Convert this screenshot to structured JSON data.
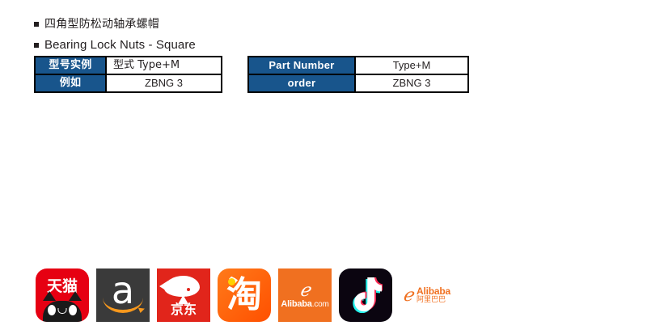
{
  "headings": [
    {
      "bullet": "square-bullet",
      "text": "四角型防松动轴承螺帽"
    },
    {
      "bullet": "square-bullet",
      "text": "Bearing Lock Nuts - Square"
    }
  ],
  "tables": {
    "left": {
      "name": "model-example-table-cn",
      "rows": [
        {
          "header": "型号实例",
          "value": "型式  Type+M",
          "align": "left"
        },
        {
          "header": "例如",
          "value": "ZBNG 3",
          "align": "center"
        }
      ]
    },
    "right": {
      "name": "part-number-table-en",
      "rows": [
        {
          "header": "Part Number",
          "value": "Type+M",
          "align": "center"
        },
        {
          "header": "order",
          "value": "ZBNG 3",
          "align": "center"
        }
      ]
    }
  },
  "colors": {
    "header_blue": "#18558c",
    "border_black": "#000000",
    "tmall_red": "#e60012",
    "amazon_dark": "#3a3a3a",
    "amazon_orange": "#f7981d",
    "jd_red": "#e1251b",
    "taobao_orange": "#ff5000",
    "alibaba_orange": "#f07020",
    "tiktok_black": "#0b0510",
    "tiktok_cyan": "#25f4ee",
    "tiktok_pink": "#fe2c55"
  },
  "logos": [
    {
      "name": "tmall-logo",
      "label": "天猫",
      "alt": "Tmall"
    },
    {
      "name": "amazon-logo",
      "label": "a",
      "alt": "Amazon"
    },
    {
      "name": "jd-logo",
      "label": "京东",
      "alt": "JD.com"
    },
    {
      "name": "taobao-logo",
      "label": "淘",
      "alt": "Taobao"
    },
    {
      "name": "alibaba-com-logo",
      "label": "Alibaba",
      "sublabel": ".com",
      "alt": "Alibaba.com"
    },
    {
      "name": "tiktok-logo",
      "label": "",
      "alt": "TikTok / Douyin"
    },
    {
      "name": "alibaba-group-logo",
      "label": "Alibaba",
      "sublabel": "阿里巴巴",
      "alt": "Alibaba Group"
    }
  ]
}
